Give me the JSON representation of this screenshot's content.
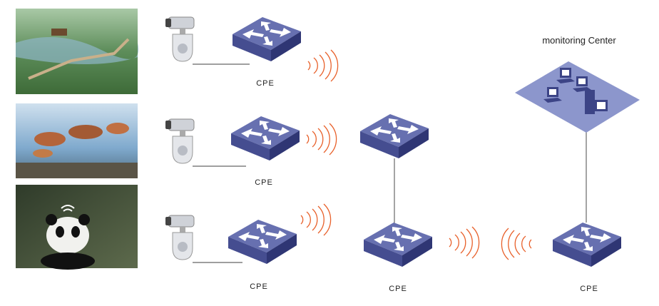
{
  "monitoring_center": {
    "title": "monitoring Center"
  },
  "cpe_labels": [
    "CPE",
    "CPE",
    "CPE",
    "CPE",
    "CPE"
  ],
  "photos": [
    "wetland-scene",
    "flying-ducks",
    "panda"
  ],
  "colors": {
    "switch_top": "#5f68a8",
    "switch_side": "#3c4486",
    "wave": "#e8602a",
    "plate": "#8c96cc"
  }
}
